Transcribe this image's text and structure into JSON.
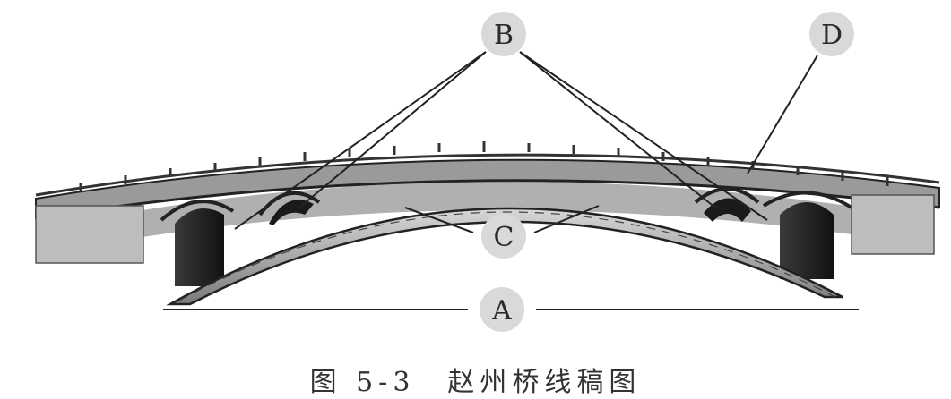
{
  "markers": {
    "a": "A",
    "b": "B",
    "c": "C",
    "d": "D"
  },
  "caption": {
    "figure_number": "图 5-3",
    "title": "赵州桥线稿图"
  }
}
